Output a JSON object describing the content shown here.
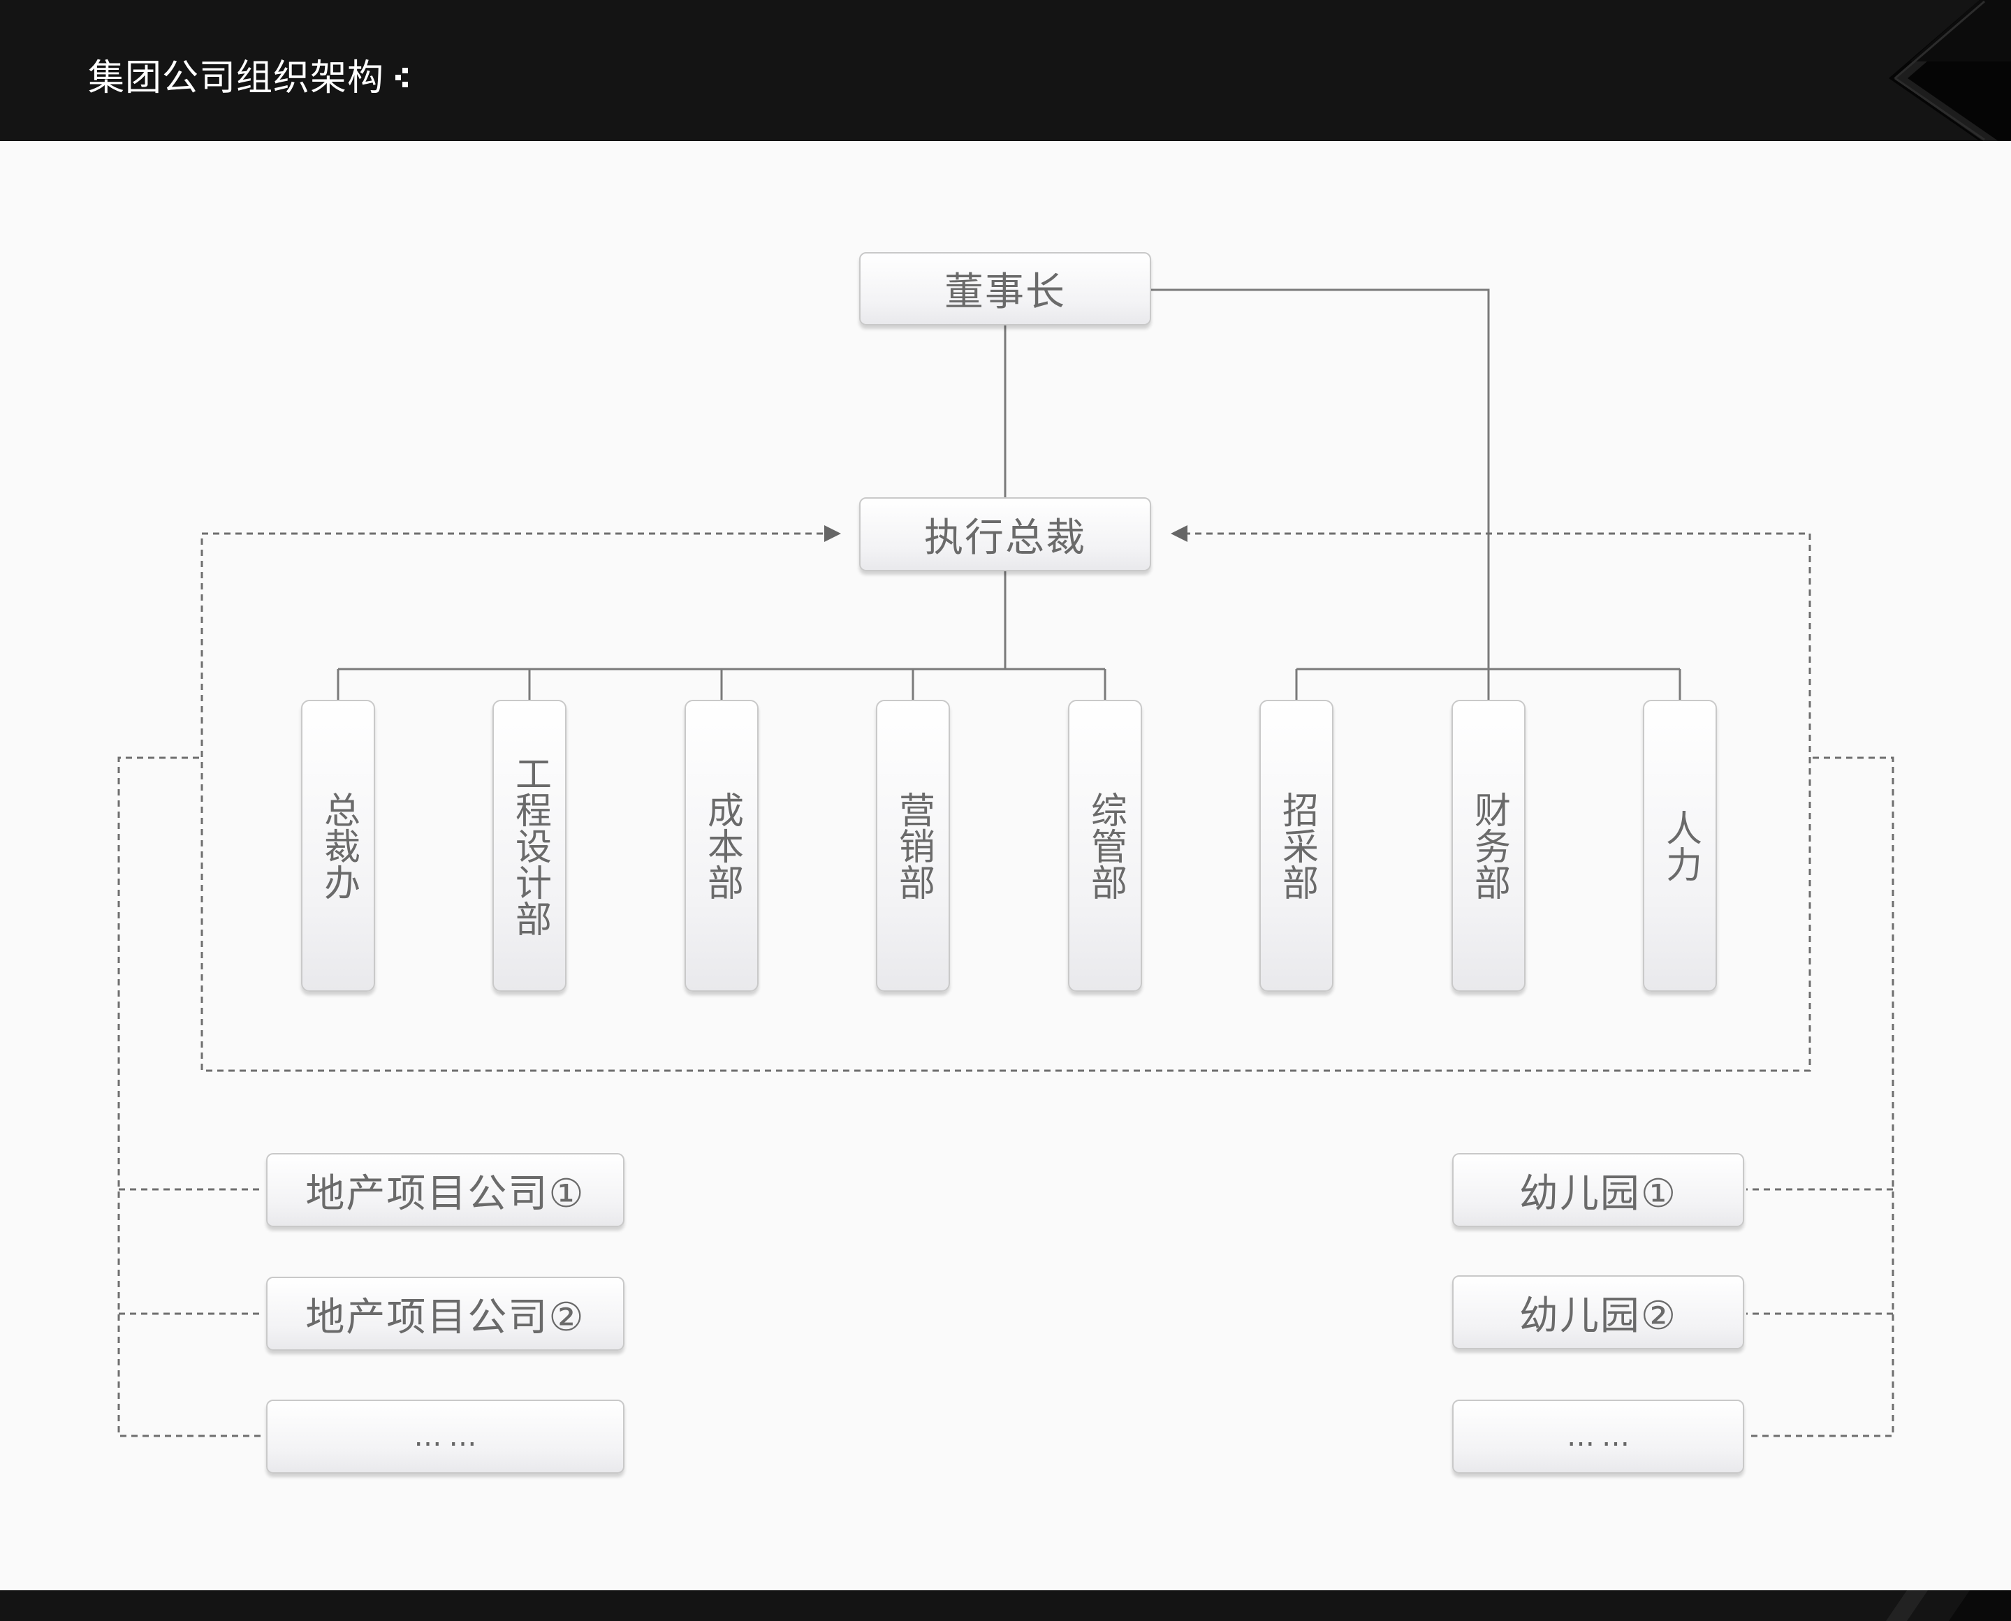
{
  "header": {
    "title": "集团公司组织架构"
  },
  "chart": {
    "chairman": "董事长",
    "ceo": "执行总裁",
    "departments": [
      "总裁办",
      "工程设计部",
      "成本部",
      "营销部",
      "综管部",
      "招采部",
      "财务部",
      "人力"
    ],
    "real_estate_companies": [
      "地产项目公司①",
      "地产项目公司②",
      "……"
    ],
    "kindergartens": [
      "幼儿园①",
      "幼儿园②",
      "……"
    ]
  }
}
